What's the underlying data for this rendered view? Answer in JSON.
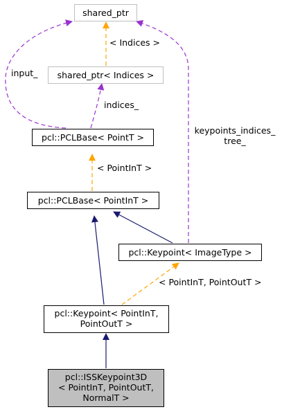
{
  "colors": {
    "inheritance": "#191970",
    "template": "#ffa500",
    "usage": "#9a32cd",
    "focus_fill": "#bfbfbf",
    "undocumented_border": "#bfbfbf"
  },
  "nodes": {
    "shared_ptr": {
      "lines": [
        "shared_ptr"
      ]
    },
    "shared_ptr_indices": {
      "lines": [
        "shared_ptr< Indices >"
      ]
    },
    "pclbase_pointt": {
      "lines": [
        "pcl::PCLBase< PointT >"
      ]
    },
    "pclbase_pointint": {
      "lines": [
        "pcl::PCLBase< PointInT >"
      ]
    },
    "keypoint_imagetype": {
      "lines": [
        "pcl::Keypoint< ImageType >"
      ]
    },
    "keypoint_pointint": {
      "lines": [
        "pcl::Keypoint< PointInT,",
        "PointOutT >"
      ]
    },
    "iss_keypoint": {
      "lines": [
        "pcl::ISSKeypoint3D",
        "< PointInT, PointOutT,",
        "NormalT >"
      ]
    }
  },
  "edge_labels": {
    "indices_template": [
      "< Indices >"
    ],
    "input": [
      "input_"
    ],
    "indices": [
      "indices_"
    ],
    "keypoints": [
      "keypoints_indices_",
      "tree_"
    ],
    "pointint_template": [
      "< PointInT >"
    ],
    "pointint_pointout_template": [
      "< PointInT, PointOutT >"
    ]
  }
}
